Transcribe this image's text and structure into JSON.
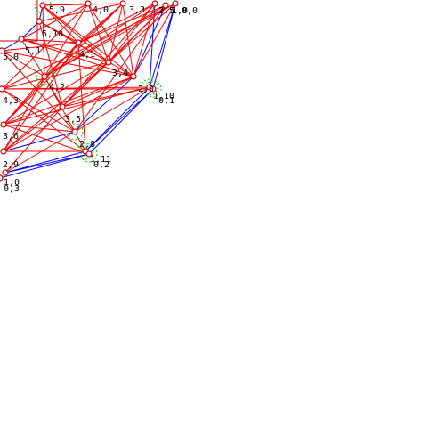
{
  "colors": {
    "background": "#ffffff",
    "red_edge": "#ff0000",
    "blue_edge": "#0000ff",
    "green_ring": "#00cc00",
    "node_stroke": "#cc0000",
    "label": "#000000"
  },
  "labels": [
    "5,9",
    "4,0",
    "3,3",
    "2,5",
    "1,0",
    "0,0",
    "5,10",
    "5,11",
    "5,0",
    "4,1",
    "3,4",
    "2,0",
    "1,10",
    "0,1",
    "4,2",
    "4,3",
    "3,5",
    "3,6",
    "2,8",
    "2,9",
    "1,11",
    "0,2",
    "1,0",
    "0,3"
  ]
}
